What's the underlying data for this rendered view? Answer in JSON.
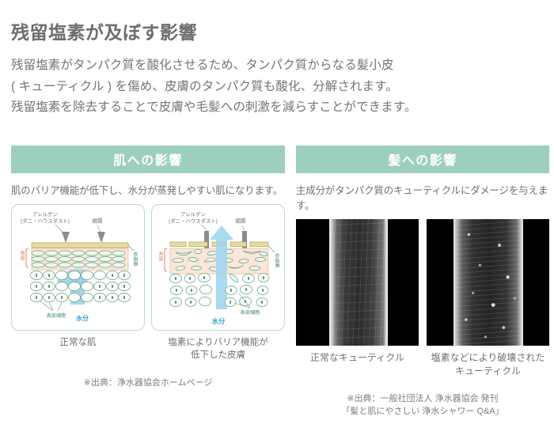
{
  "header": {
    "title": "残留塩素が及ぼす影響",
    "lede_lines": [
      "残留塩素がタンパク質を酸化させるため、タンパク質からなる髪小皮",
      "( キューティクル ) を傷め、皮膚のタンパク質も酸化、分解されます。",
      "残留塩素を除去することで皮膚や毛髪への刺激を減らすことができます。"
    ]
  },
  "colors": {
    "band_green": "#9ccfc0",
    "panel_border": "#b9ddc8",
    "cell_green": "#3f8f6b",
    "water_blue": "#8fcdea",
    "horny_orange": "#e07a4a",
    "arrow_gray": "#8c8c8c",
    "title_gray": "#6d6d6d"
  },
  "skin_panel": {
    "band_label": "肌への影響",
    "subtitle": "肌のバリア機能が低下し、水分が蒸発しやすい肌になります。",
    "source": "※出典：浄水器協会ホームページ",
    "diagrams": [
      {
        "caption_lines": [
          "正常な肌"
        ],
        "labels": {
          "allergen_line1": "アレルゲン",
          "allergen_line2": "(ダニ・ハウスダスト)",
          "bacteria": "細菌",
          "horny_layer": "角層",
          "sebum_film": "皮脂膜",
          "epidermal_cells": "表皮細胞",
          "moisture": "水分"
        }
      },
      {
        "caption_lines": [
          "塩素によりバリア機能が",
          "低下した皮膚"
        ],
        "labels": {
          "allergen_line1": "アレルゲン",
          "allergen_line2": "(ダニ・ハウスダスト)",
          "bacteria": "細菌",
          "horny_layer": "角層",
          "sebum_film": "皮脂膜",
          "epidermal_cells": "表皮細胞",
          "moisture": "水分"
        }
      }
    ]
  },
  "hair_panel": {
    "band_label": "髪への影響",
    "subtitle": "主成分がタンパク質のキューティクルにダメージを与えます。",
    "source_lines": [
      "※出典：一般社団法人 浄水器協会 発刊",
      "「髪と肌にやさしい 浄水シャワー Q&A」"
    ],
    "images": [
      {
        "caption_lines": [
          "正常なキューティクル"
        ],
        "alt": "normal-hair-cuticle-micrograph"
      },
      {
        "caption_lines": [
          "塩素などにより破壊された",
          "キューティクル"
        ],
        "alt": "damaged-hair-cuticle-micrograph"
      }
    ]
  }
}
